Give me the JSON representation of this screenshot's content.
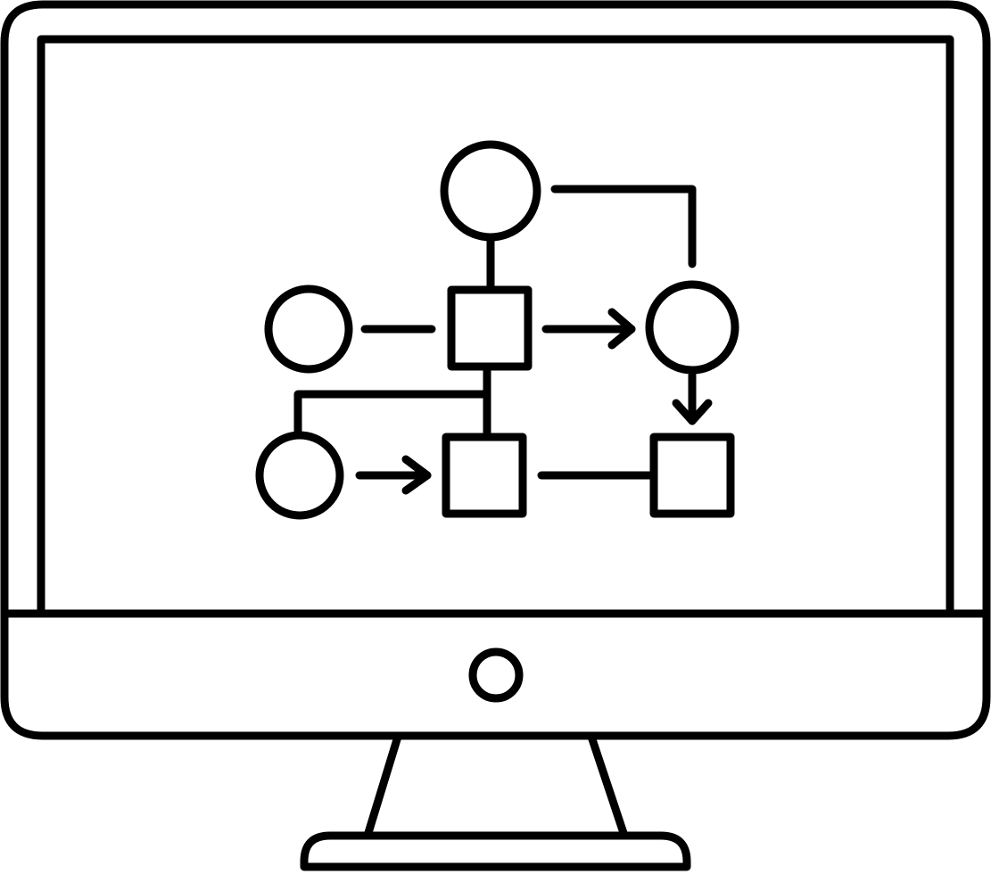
{
  "illustration": {
    "subject": "desktop-monitor",
    "screen_content": "flowchart",
    "colors": {
      "stroke": "#000000",
      "fill": "#ffffff"
    },
    "nodes": [
      {
        "id": "top-circle",
        "shape": "circle"
      },
      {
        "id": "left-circle",
        "shape": "circle"
      },
      {
        "id": "center-square",
        "shape": "square"
      },
      {
        "id": "right-circle",
        "shape": "circle"
      },
      {
        "id": "bottom-left-circle",
        "shape": "circle"
      },
      {
        "id": "bottom-center-square",
        "shape": "square"
      },
      {
        "id": "bottom-right-square",
        "shape": "square"
      }
    ],
    "edges": [
      {
        "from": "top-circle",
        "to": "center-square",
        "arrow": false
      },
      {
        "from": "top-circle",
        "to": "right-circle",
        "arrow": false
      },
      {
        "from": "left-circle",
        "to": "center-square",
        "arrow": false
      },
      {
        "from": "center-square",
        "to": "right-circle",
        "arrow": true
      },
      {
        "from": "right-circle",
        "to": "bottom-right-square",
        "arrow": true
      },
      {
        "from": "center-square",
        "to": "bottom-left-circle",
        "arrow": false
      },
      {
        "from": "center-square",
        "to": "bottom-center-square",
        "arrow": false
      },
      {
        "from": "bottom-left-circle",
        "to": "bottom-center-square",
        "arrow": true
      },
      {
        "from": "bottom-center-square",
        "to": "bottom-right-square",
        "arrow": false
      }
    ]
  }
}
